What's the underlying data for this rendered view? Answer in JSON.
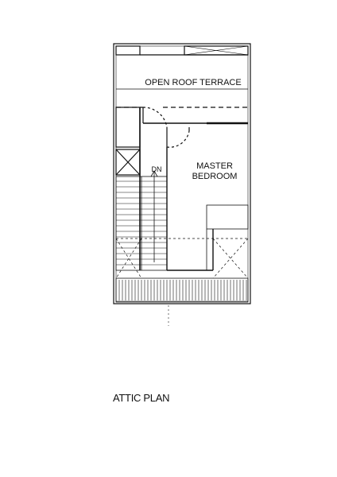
{
  "plan": {
    "title": "ATTIC PLAN",
    "rooms": {
      "terrace": "OPEN ROOF TERRACE",
      "master_line1": "MASTER",
      "master_line2": "BEDROOM"
    },
    "stair_label": "DN"
  }
}
